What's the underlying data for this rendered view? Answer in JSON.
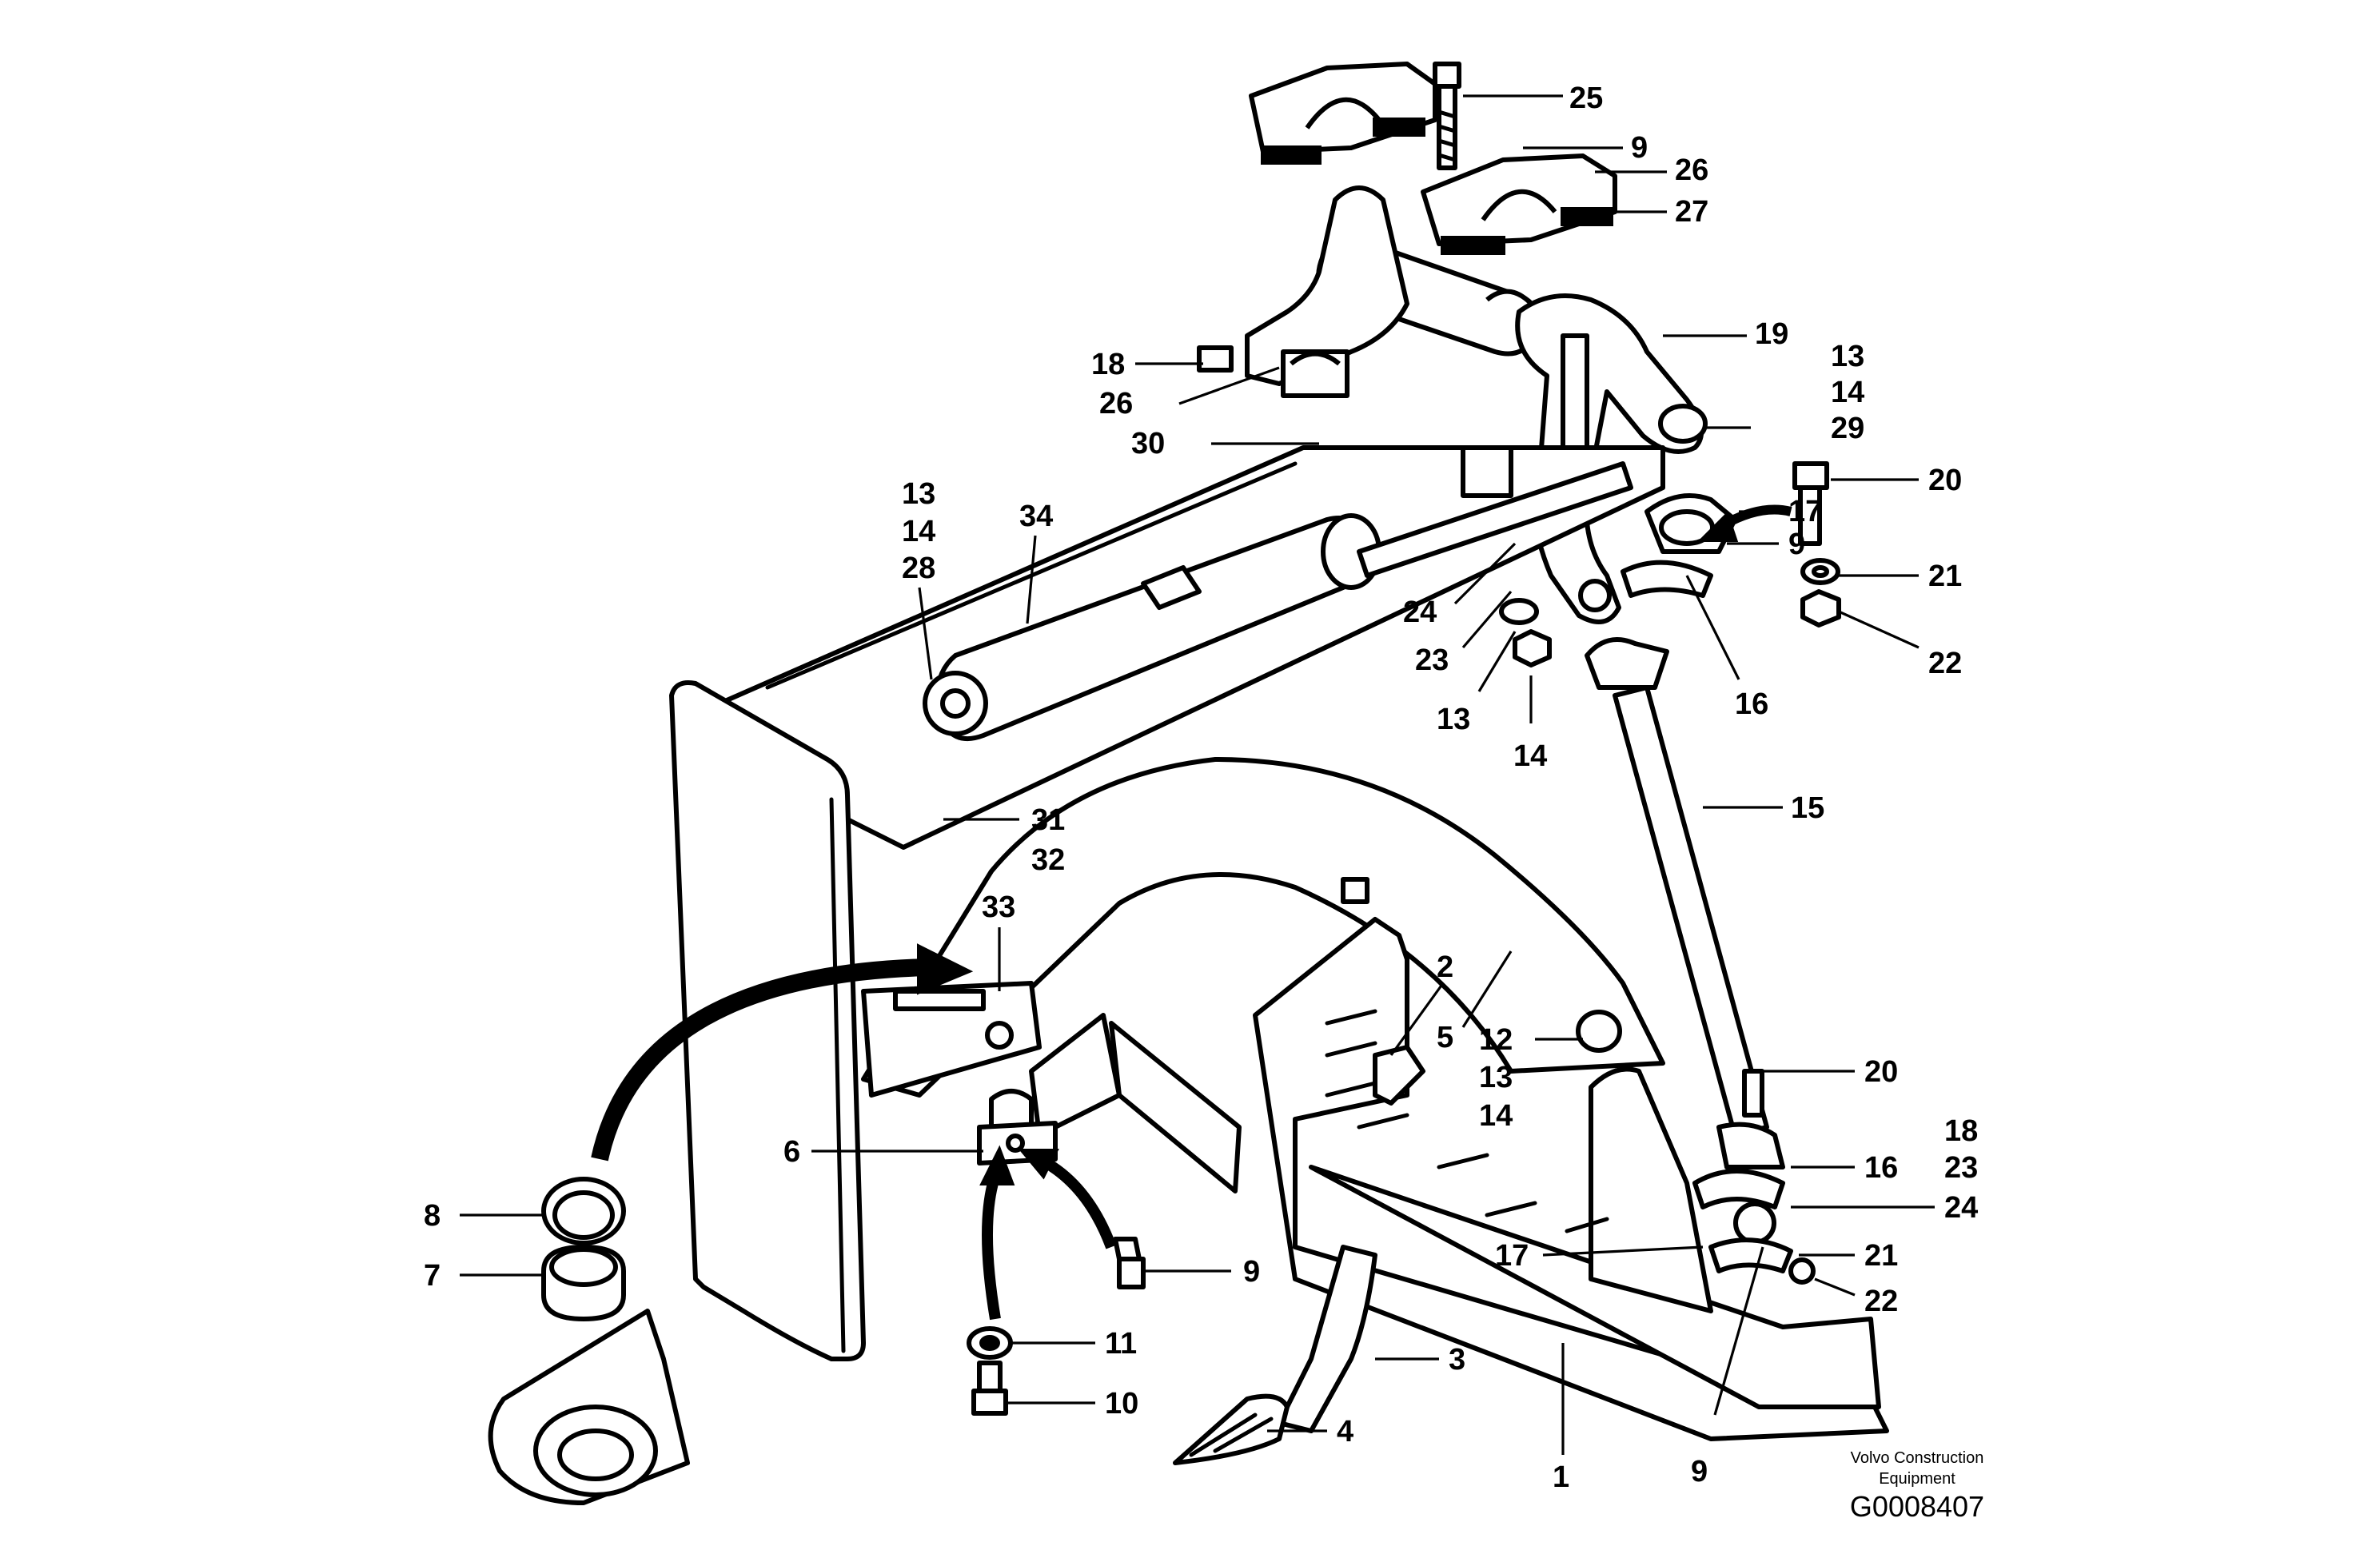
{
  "diagram": {
    "callouts": {
      "c1": "1",
      "c2": "2",
      "c3": "3",
      "c4": "4",
      "c5": "5",
      "c6": "6",
      "c7": "7",
      "c8": "8",
      "c9_top": "9",
      "c9_mid": "9",
      "c9_grease": "9",
      "c9_bottom": "9",
      "c10": "10",
      "c11": "11",
      "c12": "12",
      "c13_mid": "13",
      "c14_mid": "14",
      "c13_left": "13",
      "c14_left": "14",
      "c28": "28",
      "c13_right": "13",
      "c14_right": "14",
      "c29": "29",
      "c13_center": "13",
      "c14_center": "14",
      "c15": "15",
      "c16_top": "16",
      "c16_bottom": "16",
      "c17_top": "17",
      "c17_bottom": "17",
      "c18_left": "18",
      "c18_right": "18",
      "c19": "19",
      "c20_top": "20",
      "c20_bottom": "20",
      "c21_top": "21",
      "c21_bottom": "21",
      "c22_top": "22",
      "c22_bottom": "22",
      "c23_center": "23",
      "c23_right": "23",
      "c24_center": "24",
      "c24_right": "24",
      "c25": "25",
      "c26_top": "26",
      "c26_left": "26",
      "c27": "27",
      "c30": "30",
      "c31": "31",
      "c32": "32",
      "c33": "33",
      "c34": "34"
    },
    "credit_line1": "Volvo Construction",
    "credit_line2": "Equipment",
    "document_number": "G0008407"
  }
}
